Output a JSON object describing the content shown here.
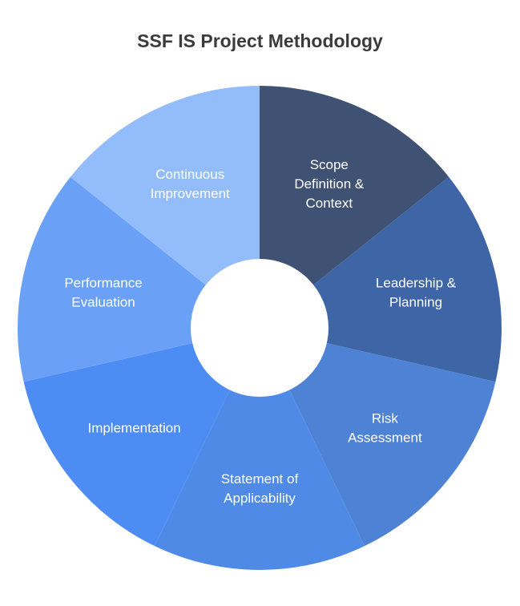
{
  "title": "SSF IS Project Methodology",
  "segments": [
    {
      "lines": [
        "Scope",
        "Definition &",
        "Context"
      ],
      "color": "#3f5273"
    },
    {
      "lines": [
        "Leadership &",
        "Planning"
      ],
      "color": "#3e65a6"
    },
    {
      "lines": [
        "Risk",
        "Assessment"
      ],
      "color": "#4e82d4"
    },
    {
      "lines": [
        "Statement of",
        "Applicability"
      ],
      "color": "#4f8ae6"
    },
    {
      "lines": [
        "Implementation"
      ],
      "color": "#4d8cf2"
    },
    {
      "lines": [
        "Performance",
        "Evaluation"
      ],
      "color": "#6aa1f7"
    },
    {
      "lines": [
        "Continuous",
        "Improvement"
      ],
      "color": "#93bcfb"
    }
  ]
}
